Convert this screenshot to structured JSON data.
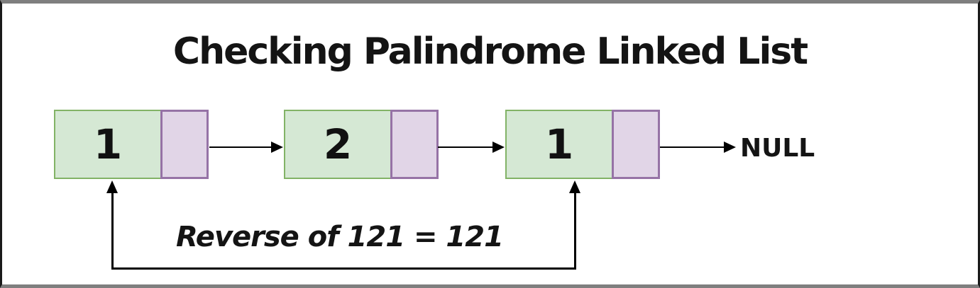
{
  "diagram": {
    "title": "Checking Palindrome Linked List",
    "annotation": "Reverse of 121 = 121",
    "null_label": "NULL",
    "nodes": [
      {
        "value": "1"
      },
      {
        "value": "2"
      },
      {
        "value": "1"
      }
    ],
    "icons": {
      "next_pointer": "arrow-right-icon",
      "loop_pointer": "arrow-up-icon"
    },
    "colors": {
      "data_fill": "#d5e8d4",
      "data_border": "#82b366",
      "ptr_fill": "#e1d5e7",
      "ptr_border": "#9673a6",
      "line": "#000000",
      "frame_bar": "#7f7f7f",
      "frame_side": "#1a1a1a"
    }
  }
}
